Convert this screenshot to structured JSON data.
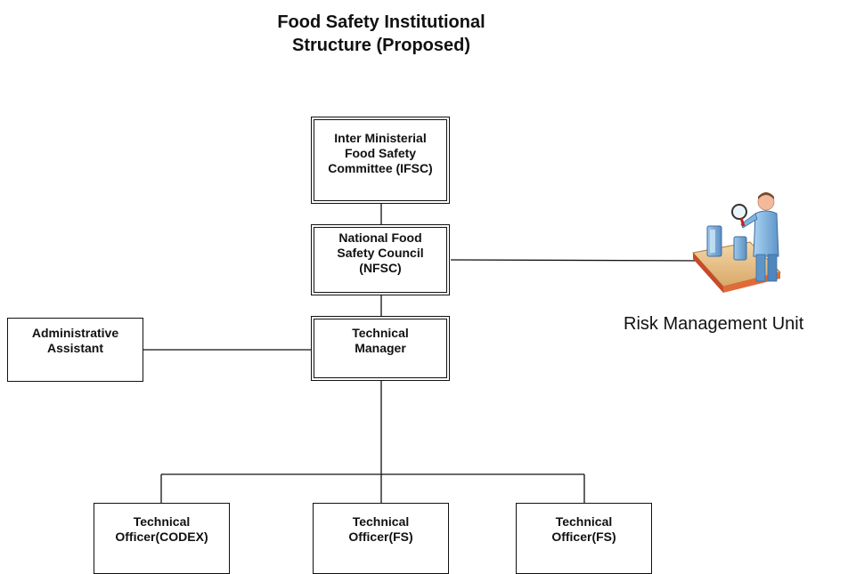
{
  "title": {
    "line1": "Food Safety Institutional",
    "line2": "Structure (Proposed)"
  },
  "nodes": {
    "ifsc": {
      "lines": [
        "Inter Ministerial",
        "Food Safety",
        "Committee (IFSC)"
      ]
    },
    "nfsc": {
      "lines": [
        "National Food",
        "Safety Council",
        "(NFSC)"
      ]
    },
    "tech_manager": {
      "lines": [
        "Technical",
        "Manager"
      ]
    },
    "admin_assistant": {
      "lines": [
        "Administrative",
        "Assistant"
      ]
    },
    "officer_codex": {
      "lines": [
        "Technical",
        "Officer(CODEX)"
      ]
    },
    "officer_fs_1": {
      "lines": [
        "Technical",
        "Officer(FS)"
      ]
    },
    "officer_fs_2": {
      "lines": [
        "Technical",
        "Officer(FS)"
      ]
    }
  },
  "risk_unit": {
    "label": "Risk Management Unit",
    "icon": "inspector-conveyor-icon"
  }
}
